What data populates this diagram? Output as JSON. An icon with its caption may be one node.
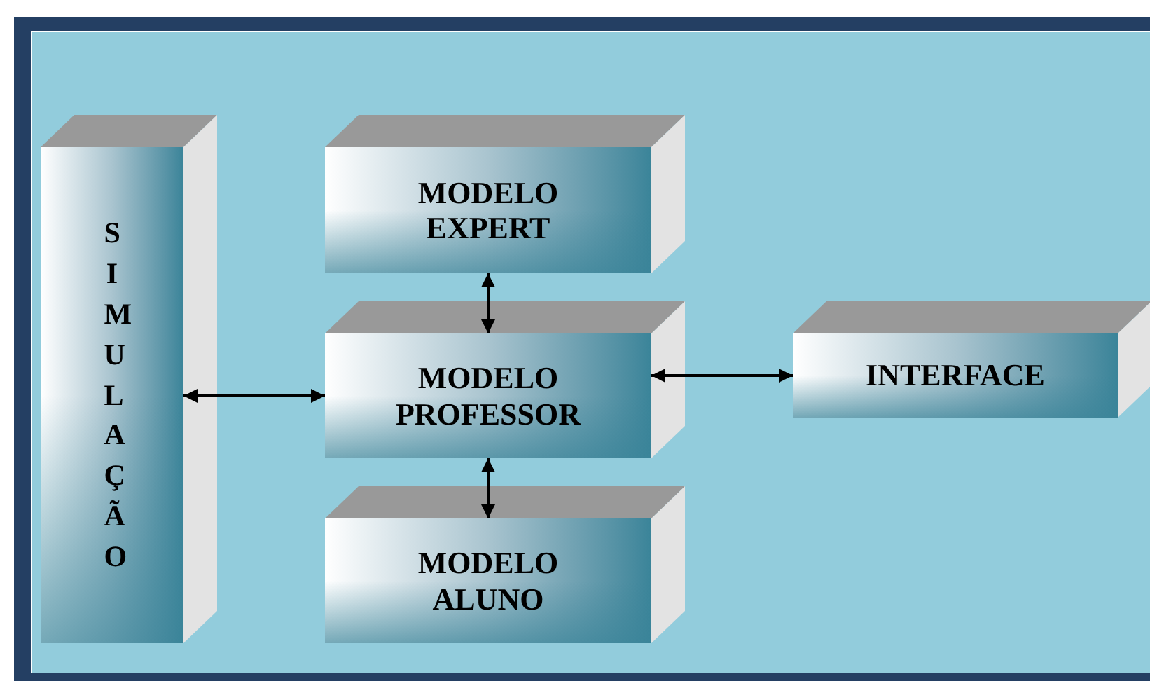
{
  "diagram": {
    "nodes": [
      {
        "text": [
          "SIMULAÇÃO"
        ]
      },
      {
        "text": [
          "MODELO EXPERT"
        ]
      },
      {
        "text": [
          "MODELO PROFESSOR"
        ]
      },
      {
        "text": [
          "MODELO ALUNO"
        ]
      },
      {
        "text": [
          "INTERFACE"
        ]
      }
    ],
    "edges": [
      {
        "from": 0,
        "to": 2,
        "arrow": "both"
      },
      {
        "from": 1,
        "to": 2,
        "arrow": "both"
      },
      {
        "from": 2,
        "to": 3,
        "arrow": "both"
      },
      {
        "from": 2,
        "to": 4,
        "arrow": "both"
      }
    ]
  }
}
